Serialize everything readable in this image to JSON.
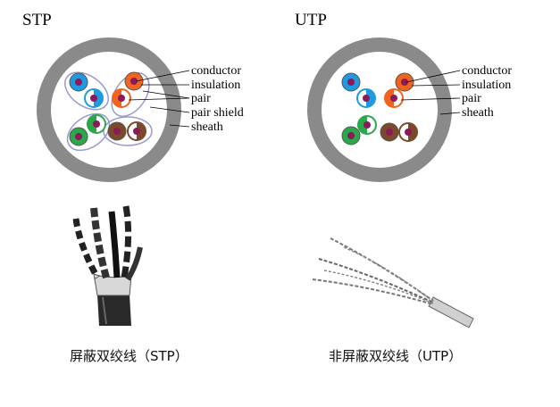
{
  "stp": {
    "title": "STP",
    "labels": {
      "conductor": "conductor",
      "insulation": "insulation",
      "pair": "pair",
      "pair_shield": "pair shield",
      "sheath": "sheath"
    },
    "caption": "屏蔽双绞线（STP）"
  },
  "utp": {
    "title": "UTP",
    "labels": {
      "conductor": "conductor",
      "insulation": "insulation",
      "pair": "pair",
      "sheath": "sheath"
    },
    "caption": "非屏蔽双绞线（UTP）"
  },
  "colors": {
    "sheath": "#8a8a8a",
    "conductor": "#8b1a5a",
    "blue": "#1e9be0",
    "orange": "#f0641e",
    "green": "#2aa84a",
    "brown": "#7a4a2a",
    "shield": "#9a9ad0"
  }
}
